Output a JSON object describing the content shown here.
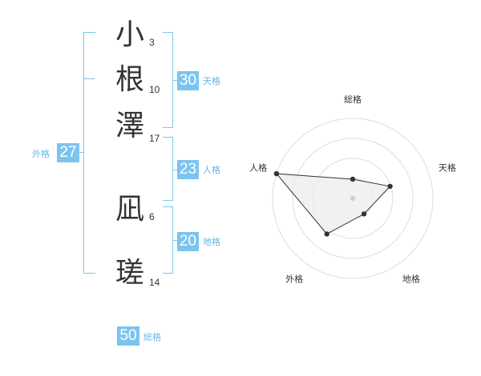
{
  "characters": [
    {
      "char": "小",
      "strokes": "3"
    },
    {
      "char": "根",
      "strokes": "10"
    },
    {
      "char": "澤",
      "strokes": "17"
    },
    {
      "char": "凪",
      "strokes": "6"
    },
    {
      "char": "瑳",
      "strokes": "14"
    }
  ],
  "scores": {
    "tenkaku": {
      "value": "30",
      "label": "天格"
    },
    "jinkaku": {
      "value": "23",
      "label": "人格"
    },
    "chikaku": {
      "value": "20",
      "label": "地格"
    },
    "gaikaku": {
      "value": "27",
      "label": "外格"
    },
    "soukaku": {
      "value": "50",
      "label": "総格"
    }
  },
  "chart_data": {
    "type": "radar",
    "axes": [
      "総格",
      "天格",
      "地格",
      "外格",
      "人格"
    ],
    "values": [
      0.24,
      0.49,
      0.24,
      0.55,
      1.0
    ],
    "rings": 4,
    "colors": {
      "fill": "#eeeeee",
      "line": "#333333",
      "ring": "#dddddd",
      "center": "#cccccc"
    }
  },
  "colors": {
    "accent": "#7cc4f0",
    "label": "#62b6ea",
    "text": "#333333"
  }
}
